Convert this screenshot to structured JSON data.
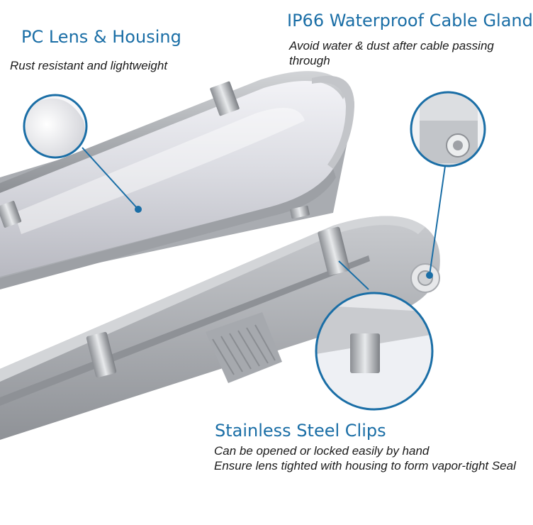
{
  "callouts": {
    "pc_lens": {
      "title": "PC Lens & Housing",
      "subtitle": "Rust resistant and lightweight"
    },
    "cable_gland": {
      "title": "IP66 Waterproof Cable Gland",
      "subtitle": "Avoid water & dust after cable passing through"
    },
    "steel_clips": {
      "title": "Stainless Steel Clips",
      "line1": "Can be opened or locked easily by hand",
      "line2": "Ensure lens tighted with housing to form vapor-tight Seal"
    }
  },
  "colors": {
    "accent": "#1a6ea6",
    "text": "#1a1a1a",
    "housing": "#b9bcc0",
    "lens": "#dcdde3"
  }
}
